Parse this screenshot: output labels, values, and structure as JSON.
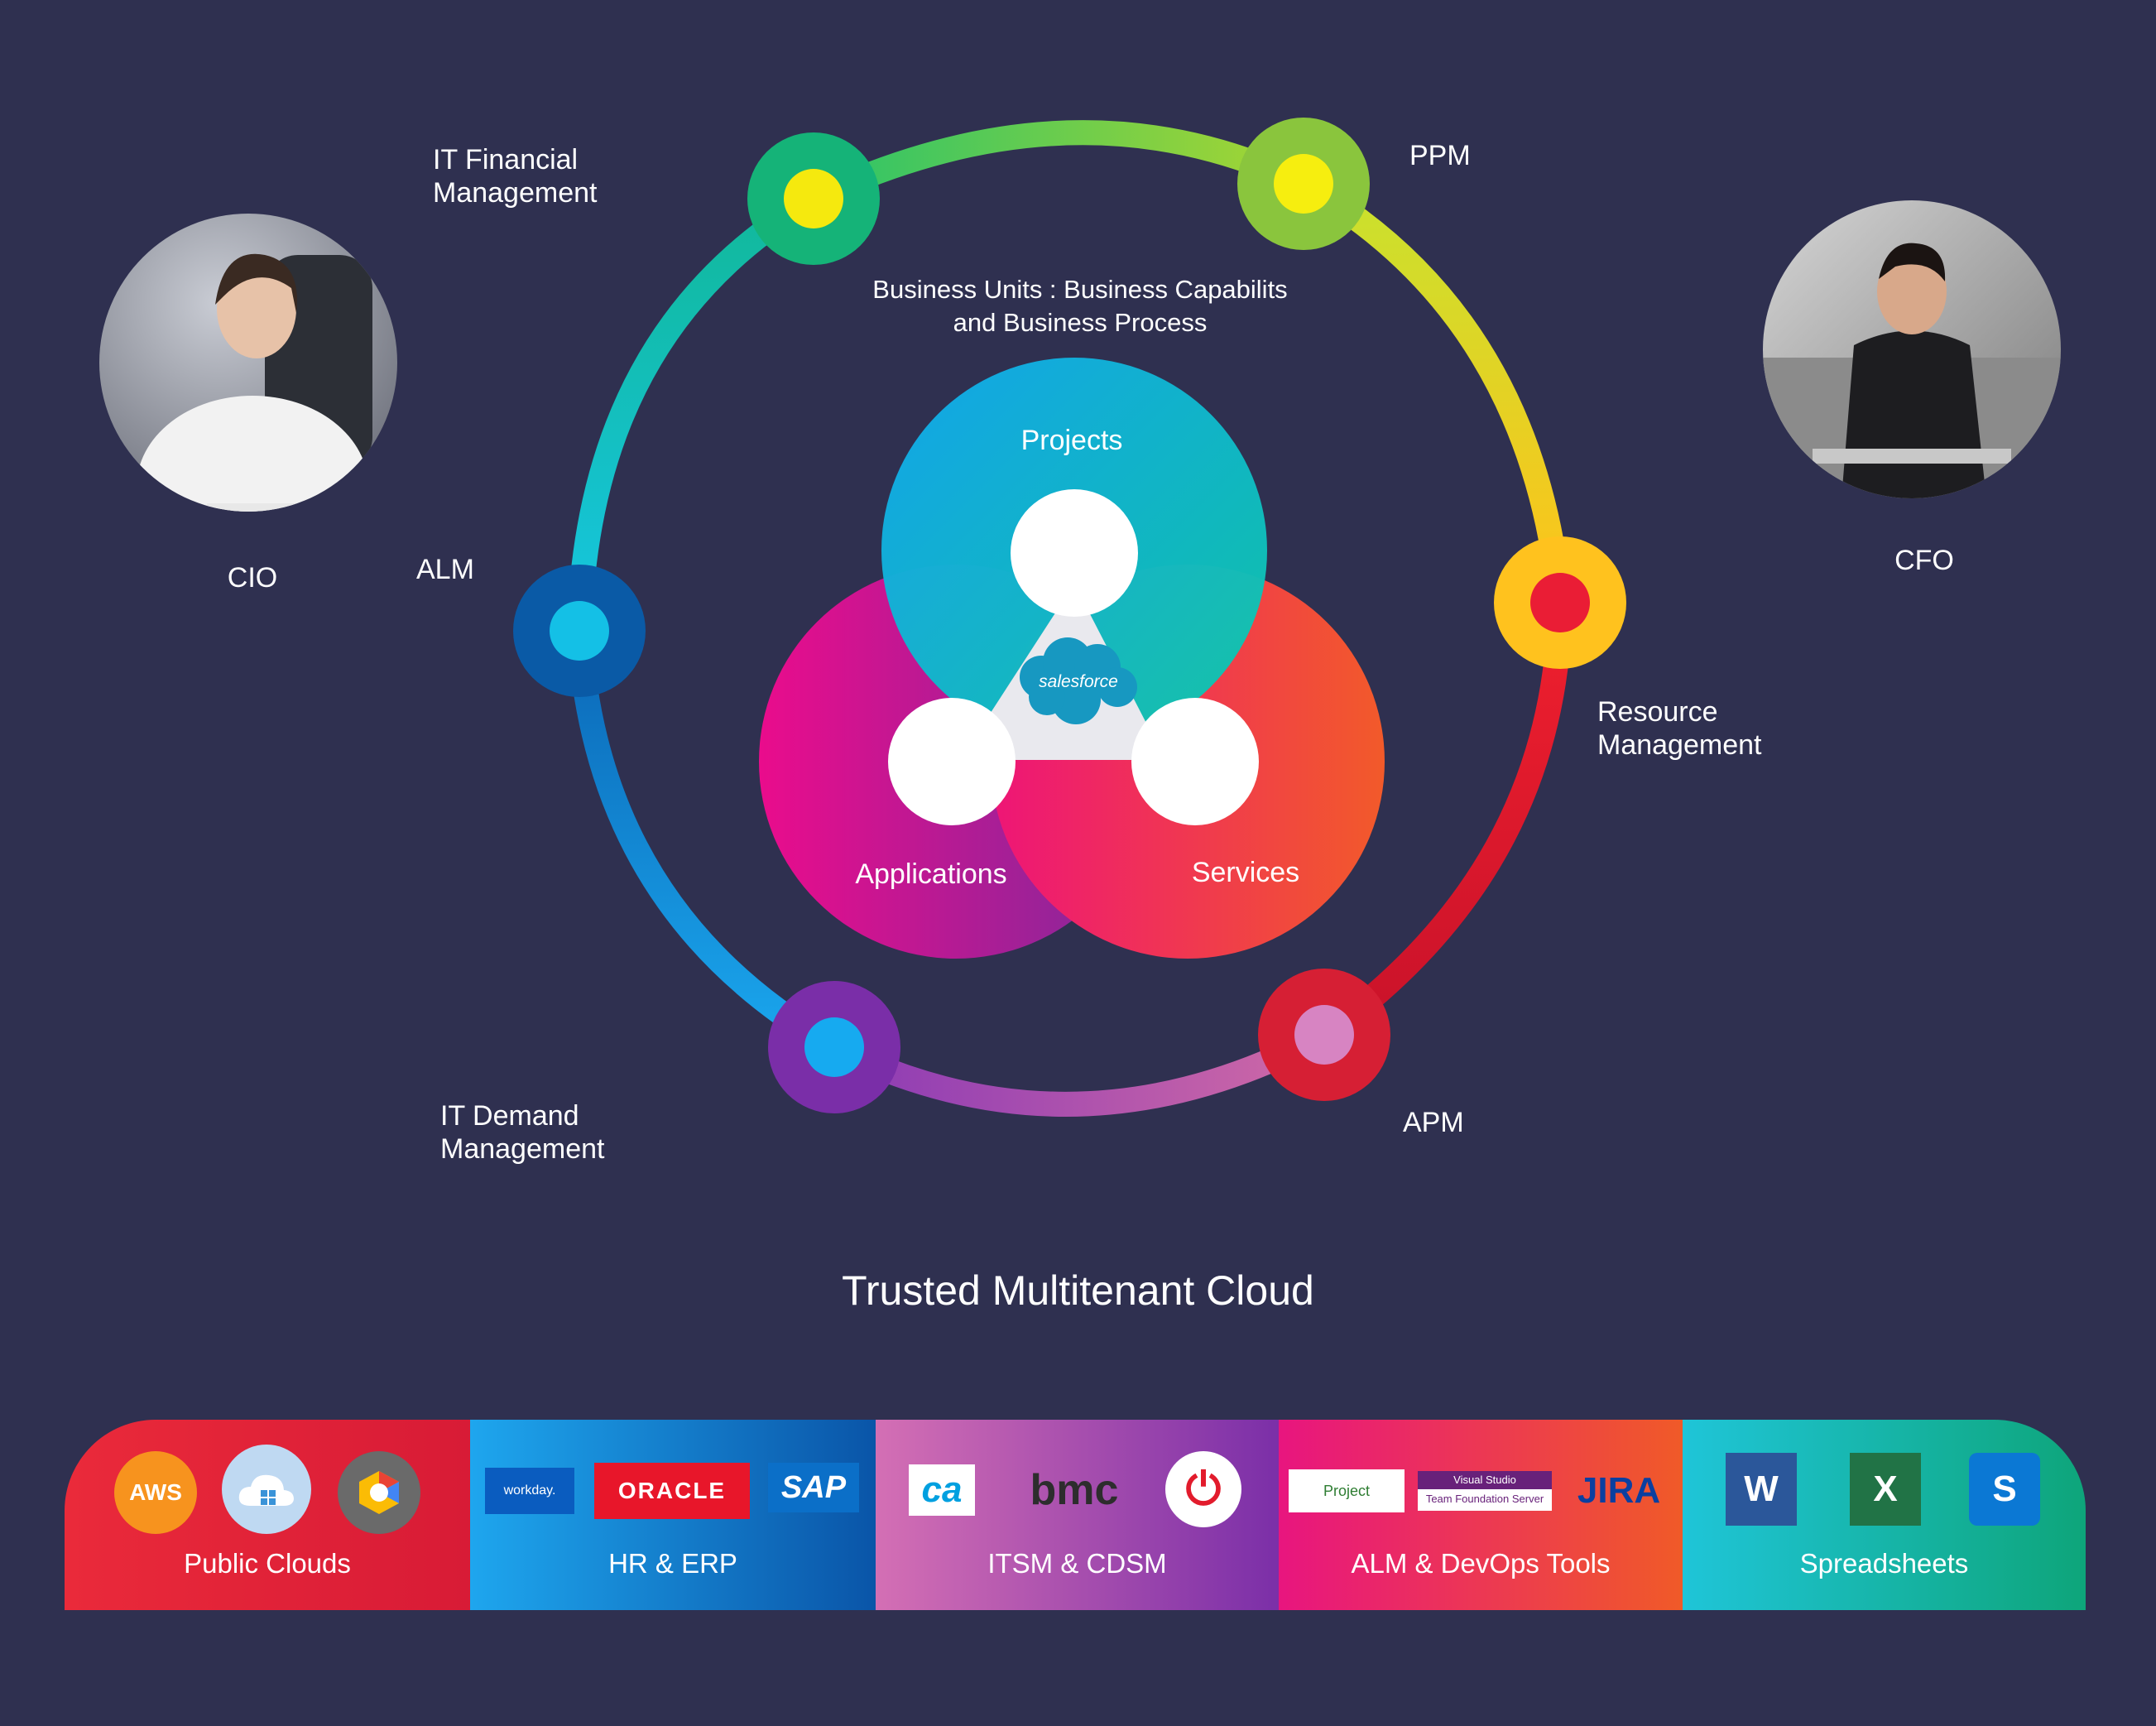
{
  "personas": {
    "cio": {
      "label": "CIO"
    },
    "cfo": {
      "label": "CFO"
    }
  },
  "ring_nodes": {
    "it_financial": "IT Financial\nManagement",
    "ppm": "PPM",
    "alm": "ALM",
    "resource": "Resource\nManagement",
    "it_demand": "IT Demand\nManagement",
    "apm": "APM"
  },
  "business_units": "Business Units :  Business Capabilits\nand Business Process",
  "venn": {
    "projects": "Projects",
    "applications": "Applications",
    "services": "Services",
    "center_logo": "salesforce"
  },
  "title": "Trusted Multitenant Cloud",
  "integrations": [
    {
      "label": "Public Clouds",
      "color_from": "#e8263a",
      "color_to": "#d81b36",
      "logos": [
        "AWS",
        "azure-cloud-icon",
        "google-cloud-icon"
      ]
    },
    {
      "label": "HR & ERP",
      "color_from": "#1ea6ee",
      "color_to": "#0a55a8",
      "logos": [
        "workday.",
        "ORACLE",
        "SAP"
      ]
    },
    {
      "label": "ITSM & CDSM",
      "color_from": "#d46fb4",
      "color_to": "#7b2fa8",
      "logos": [
        "ca",
        "bmc",
        "power-icon"
      ]
    },
    {
      "label": "ALM & DevOps Tools",
      "color_from": "#e8157f",
      "color_to": "#f05a28",
      "logos": [
        "Project",
        "Visual Studio",
        "Team Foundation Server",
        "JIRA"
      ]
    },
    {
      "label": "Spreadsheets",
      "color_from": "#1fc5d8",
      "color_to": "#0ea57a",
      "logos": [
        "W",
        "X",
        "S"
      ]
    }
  ],
  "colors": {
    "background": "#2f3050"
  }
}
